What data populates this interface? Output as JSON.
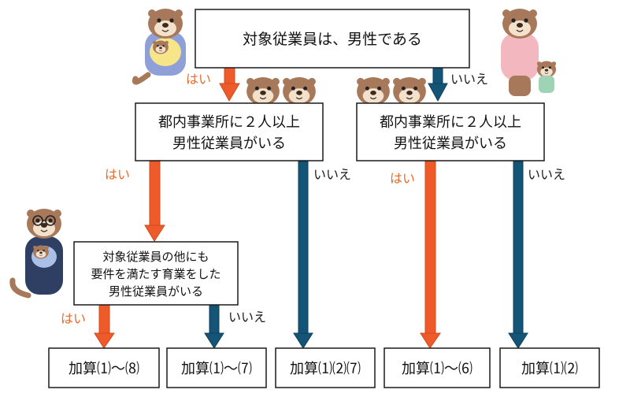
{
  "nodes": {
    "root": {
      "lines": [
        "対象従業員は、男性である"
      ]
    },
    "left_check": {
      "lines": [
        "都内事業所に２人以上",
        "男性従業員がいる"
      ]
    },
    "right_check": {
      "lines": [
        "都内事業所に２人以上",
        "男性従業員がいる"
      ]
    },
    "other_check": {
      "lines": [
        "対象従業員の他にも",
        "要件を満たす育業をした",
        "男性従業員がいる"
      ]
    }
  },
  "outcomes": [
    {
      "label": "加算⑴〜⑻"
    },
    {
      "label": "加算⑴〜⑺"
    },
    {
      "label": "加算⑴⑵⑺"
    },
    {
      "label": "加算⑴〜⑹"
    },
    {
      "label": "加算⑴⑵"
    }
  ],
  "edge_labels": {
    "yes": "はい",
    "no": "いいえ"
  },
  "colors": {
    "yes_arrow": "#ee5a2a",
    "yes_arrow_edge": "#d04a1c",
    "no_arrow": "#145476",
    "no_arrow_edge": "#0d3f5a",
    "yes_text": "#ea6a2c",
    "box_border": "#1a1a1a"
  },
  "illustrations": [
    "otter-mascot-with-baby-carrier-icon",
    "otter-mascot-mother-with-child-icon",
    "otter-mascot-pair-icon",
    "otter-mascot-with-glasses-icon"
  ]
}
